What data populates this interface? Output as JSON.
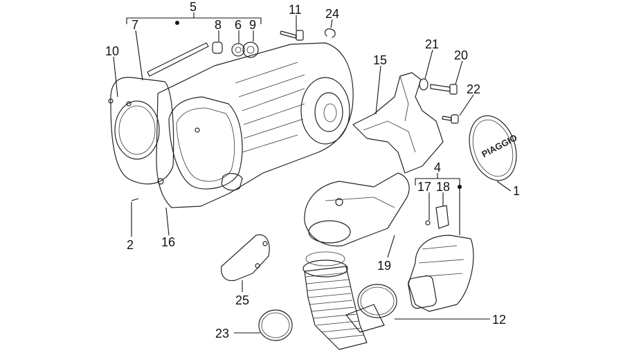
{
  "diagram": {
    "labels": {
      "l1": "1",
      "l2": "2",
      "l4": "4",
      "l5": "5",
      "l6": "6",
      "l7": "7",
      "l8": "8",
      "l9": "9",
      "l10": "10",
      "l11": "11",
      "l12": "12",
      "l15": "15",
      "l16": "16",
      "l17": "17",
      "l18": "18",
      "l19": "19",
      "l20": "20",
      "l21": "21",
      "l22": "22",
      "l23": "23",
      "l24": "24",
      "l25": "25"
    },
    "brand_text": "PIAGGIO"
  }
}
